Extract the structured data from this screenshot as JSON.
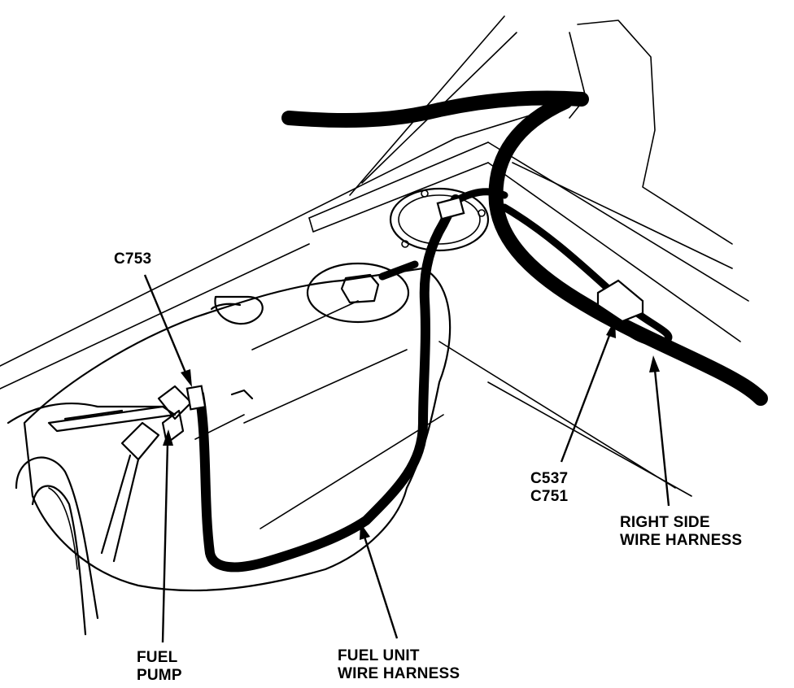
{
  "labels": {
    "c753": "C753",
    "fuel_pump_line1": "FUEL",
    "fuel_pump_line2": "PUMP",
    "fuel_unit_line1": "FUEL UNIT",
    "fuel_unit_line2": "WIRE HARNESS",
    "c537": "C537",
    "c751": "C751",
    "right_side_line1": "RIGHT SIDE",
    "right_side_line2": "WIRE HARNESS"
  }
}
